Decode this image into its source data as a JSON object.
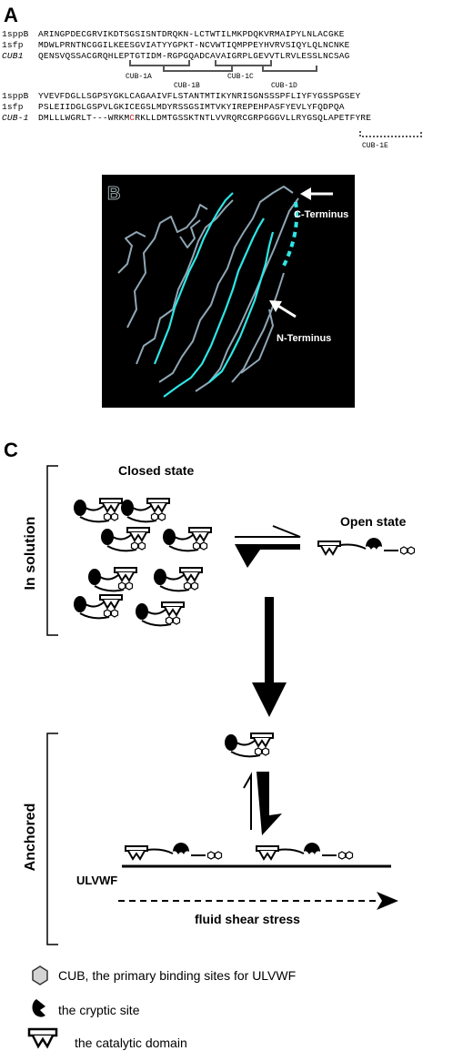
{
  "panels": {
    "a": "A",
    "b": "B",
    "c": "C"
  },
  "alignment": {
    "block1": [
      {
        "name": "1sppB",
        "italic": false,
        "seq": "ARINGPDECGRVIKDTSGSISNTDRQKN-LCTWTILMKPDQKVRMAIPYLNLACGKE"
      },
      {
        "name": "1sfp",
        "italic": false,
        "seq": "MDWLPRNTNCGGILKEESGVIATYYGPKT-NCVWTIQMPPEYHVRVSIQYLQLNCNKE"
      },
      {
        "name": "CUB1",
        "italic": true,
        "seq": "QENSVQSSACGRQHLEPTGTIDM-RGPGQADCAVAIGRPLGEVVTLRVLESSLNCSAG"
      }
    ],
    "block2": [
      {
        "name": "1sppB",
        "italic": false,
        "seq": "YVEVFDGLLSGPSYGKLCAGAAIVFLSTANTMTIKYNRISGNSSSPFLIYFYGSSPGSEY"
      },
      {
        "name": "1sfp",
        "italic": false,
        "seq": "PSLEIIDGLGSPVLGKICEGSLMDYRSSGSIMTVKYIREPEHPASFYEVLYFQDPQA"
      },
      {
        "name": "CUB-1",
        "italic": true,
        "seq": "DMLLLWGRLT---WRKMCRKLLDMTGSSKTNTLVVRQRCGRPGGGVLLRYGSQLAPETFYRE"
      }
    ],
    "cub_labels": [
      "CUB-1A",
      "CUB-1B",
      "CUB-1C",
      "CUB-1D",
      "CUB-1E"
    ]
  },
  "structure": {
    "c_terminus": "C-Terminus",
    "n_terminus": "N-Terminus"
  },
  "scheme": {
    "in_solution": "In solution",
    "anchored": "Anchored",
    "closed_state": "Closed state",
    "open_state": "Open state",
    "ulvwf": "ULVWF",
    "shear": "fluid shear stress"
  },
  "legend": {
    "cub": "CUB, the primary binding sites for ULVWF",
    "cryptic": "the cryptic site",
    "catalytic": "the catalytic domain"
  },
  "colors": {
    "cysteine": "#d62020",
    "structure_bg": "#000000",
    "strand_cyan": "#2ee6e6",
    "strand_grey": "#8fa6b4",
    "cub_hex_fill": "#d4d4d4"
  }
}
